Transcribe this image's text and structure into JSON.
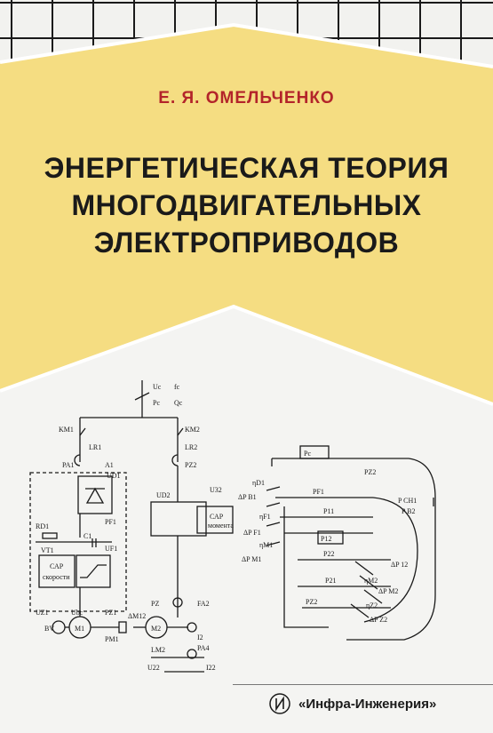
{
  "book": {
    "author": "Е. Я. ОМЕЛЬЧЕНКО",
    "title_lines": [
      "ЭНЕРГЕТИЧЕСКАЯ ТЕОРИЯ",
      "МНОГОДВИГАТЕЛЬНЫХ",
      "ЭЛЕКТРОПРИВОДОВ"
    ],
    "publisher": "«Инфра-Инженерия»"
  },
  "colors": {
    "yellow": "#f5dd82",
    "author": "#b3242a",
    "background": "#f2f2ef"
  },
  "diagram": {
    "labels": {
      "uc": "Uc",
      "fc": "fc",
      "pc": "Pc",
      "qc": "Qc",
      "km1": "KM1",
      "km2": "KM2",
      "lr1": "LR1",
      "lr2": "LR2",
      "pa1": "PA1",
      "pz2": "PZ2",
      "a1": "A1",
      "ud1": "UD1",
      "ud2": "UD2",
      "rd1": "RD1",
      "c1": "C1",
      "uf1": "UF1",
      "vt1": "VT1",
      "pf1": "PF1",
      "u32": "U32",
      "sar_speed_1": "САР",
      "sar_speed_2": "скорости",
      "sar_2_1": "САР",
      "sar_2_2": "момента",
      "uz1": "UZ1",
      "ubc": "Ubc",
      "pz1": "PZ1",
      "bv": "BV",
      "m1": "M1",
      "pm1": "PM1",
      "dm12": "ΔM12",
      "m2": "M2",
      "pz": "PZ",
      "fa2": "FA2",
      "i2": "I2",
      "lm2": "LM2",
      "pa4": "PA4",
      "u22": "U22",
      "i22": "I22",
      "p_c": "Pc",
      "p_12": "P12",
      "p_f1": "PF1",
      "p_11": "P11",
      "p_22": "P22",
      "p_21": "P21",
      "p_z2": "PZ2",
      "p_cn1": "P CH1",
      "p_b2": "P B2",
      "dp_b1": "ΔP B1",
      "dp_f1": "ΔP F1",
      "dp_m1": "ΔP M1",
      "dp_12": "ΔP 12",
      "dp_m2": "ΔP M2",
      "dp_z2": "ΔP Z2",
      "eta_d1": "ηD1",
      "eta_f1": "ηF1",
      "eta_m1": "ηM1",
      "eta_m2": "ηM2",
      "eta_z2": "ηZ2"
    }
  }
}
